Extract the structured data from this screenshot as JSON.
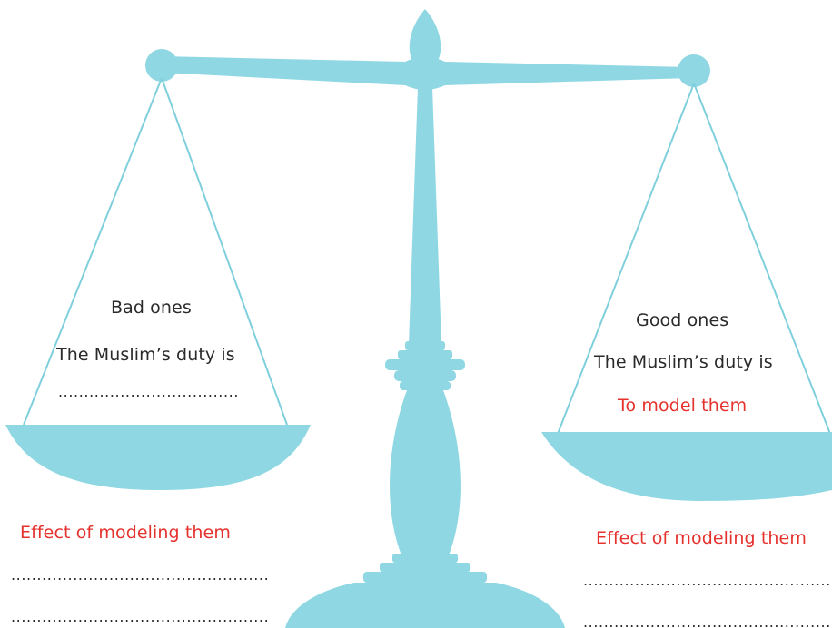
{
  "colors": {
    "scale": "#8fd8e3",
    "scale_line": "#7fcfdc",
    "text": "#2a2a2a",
    "accent_red": "#e5322d"
  },
  "left_pan": {
    "heading": "Bad ones",
    "duty_label": "The Muslim’s duty is",
    "duty_blank": "...................................",
    "effect_label": "Effect of modeling them",
    "effect_blank_1": "..................................................",
    "effect_blank_2": ".................................................."
  },
  "right_pan": {
    "heading": "Good ones",
    "duty_label": "The Muslim’s duty is",
    "duty_answer": "To model them",
    "effect_label": "Effect of modeling them",
    "effect_blank_1": "..................................................",
    "effect_blank_2": ".................................................."
  }
}
